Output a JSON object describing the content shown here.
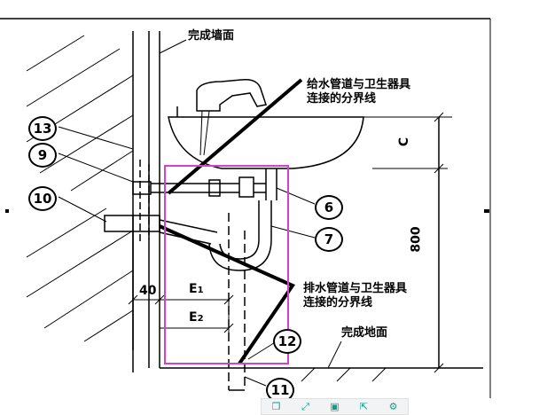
{
  "labels": {
    "finished_wall": "完成墙面",
    "supply_boundary_line1": "给水管道与卫生器具",
    "supply_boundary_line2": "连接的分界线",
    "drain_boundary_line1": "排水管道与卫生器具",
    "drain_boundary_line2": "连接的分界线",
    "finished_floor": "完成地面"
  },
  "callouts": [
    "13",
    "9",
    "10",
    "6",
    "7",
    "12",
    "11"
  ],
  "dimensions": {
    "c": "C",
    "height": "800",
    "d40": "40",
    "e1": "E",
    "e1_sub": "1",
    "e2": "E",
    "e2_sub": "2"
  },
  "colors": {
    "line": "#000000",
    "highlight_box": "#d63fd6",
    "toolbar_icon": "#0f9d8a"
  },
  "toolbar": {
    "icons": [
      "copy-icon",
      "expand-icon",
      "frame-icon",
      "share-icon",
      "settings-icon"
    ]
  }
}
